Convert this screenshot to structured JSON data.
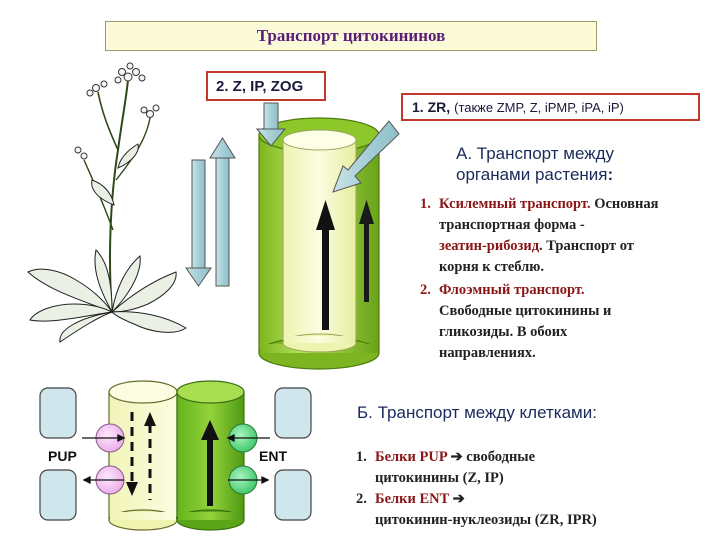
{
  "title": "Транспорт цитокининов",
  "label_2": "2. Z, IP, ZOG",
  "label_1": {
    "main": "1. ZR,",
    "extra": "(также  ZMP, Z, iPMP, iPA, iP)"
  },
  "section_a": {
    "heading_line1": "А. Транспорт между",
    "heading_line2": "органами растения",
    "heading_colon": ":",
    "item1": {
      "num": "1.",
      "title": "Ксилемный транспорт.",
      "text1": " Основная",
      "line2": "транспортная форма  -",
      "highlight": "зеатин-рибозид",
      "text3": ".  Транспорт от",
      "line4": "корня к стеблю."
    },
    "item2": {
      "num": "2.",
      "title": "Флоэмный транспорт.",
      "line2": "Свободные цитокинины и",
      "line3": "гликозиды. В обоих",
      "line4": "направлениях."
    }
  },
  "section_b": {
    "heading": "Б. Транспорт между клетками:",
    "item1": {
      "num": "1.",
      "title": "Белки PUP",
      "arrow": "➔",
      "text1": "свободные",
      "line2": "цитокинины (Z, IP)"
    },
    "item2": {
      "num": "2.",
      "title": "Белки ENT",
      "arrow": "➔",
      "line2": "цитокинин-нуклеозиды (ZR, IPR)"
    }
  },
  "cell_labels": {
    "pup": "PUP",
    "ent": "ENT"
  },
  "colors": {
    "title_text": "#5a1d78",
    "title_bg": "#fcfbd9",
    "label_border": "#c0392b",
    "tube_green": "#9cd23a",
    "tube_cream": "#f4f6c4",
    "arrow_blue": "#9fc6ce",
    "heading": "#1a2a5a",
    "item_red": "#8a1515",
    "pup_pink": "#f3c6f2",
    "ent_green": "#5fd882"
  }
}
